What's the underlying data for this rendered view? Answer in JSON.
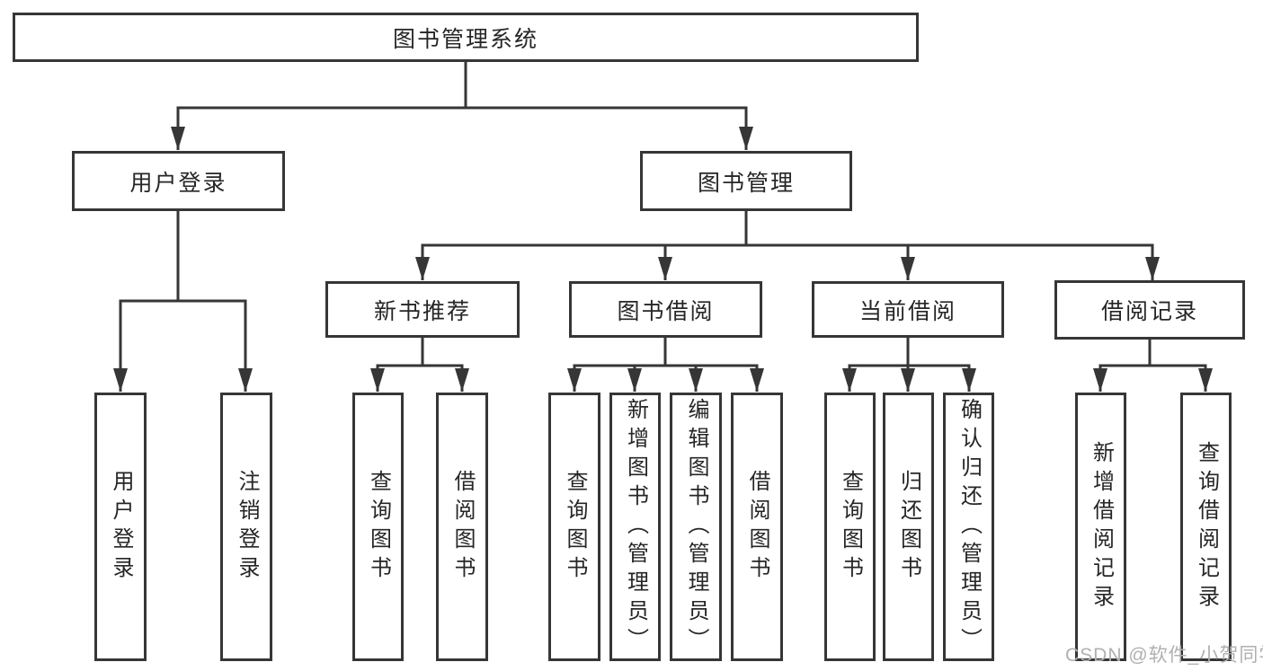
{
  "title": "图书管理系统",
  "colors": {
    "line": "#363636",
    "text": "#262626",
    "watermark": "#b0b0b0",
    "background": "#ffffff"
  },
  "tree": {
    "root": "图书管理系统",
    "branches": [
      {
        "label": "用户登录",
        "children": [
          "用户登录",
          "注销登录"
        ]
      },
      {
        "label": "图书管理",
        "children": [
          {
            "label": "新书推荐",
            "children": [
              "查询图书",
              "借阅图书"
            ]
          },
          {
            "label": "图书借阅",
            "children": [
              "查询图书",
              "新增图书（管理员）",
              "编辑图书（管理员）",
              "借阅图书"
            ]
          },
          {
            "label": "当前借阅",
            "children": [
              "查询图书",
              "归还图书",
              "确认归还（管理员）"
            ]
          },
          {
            "label": "借阅记录",
            "children": [
              "新增借阅记录",
              "查询借阅记录"
            ]
          }
        ]
      }
    ]
  },
  "watermark": "CSDN @软件_小贺同学"
}
